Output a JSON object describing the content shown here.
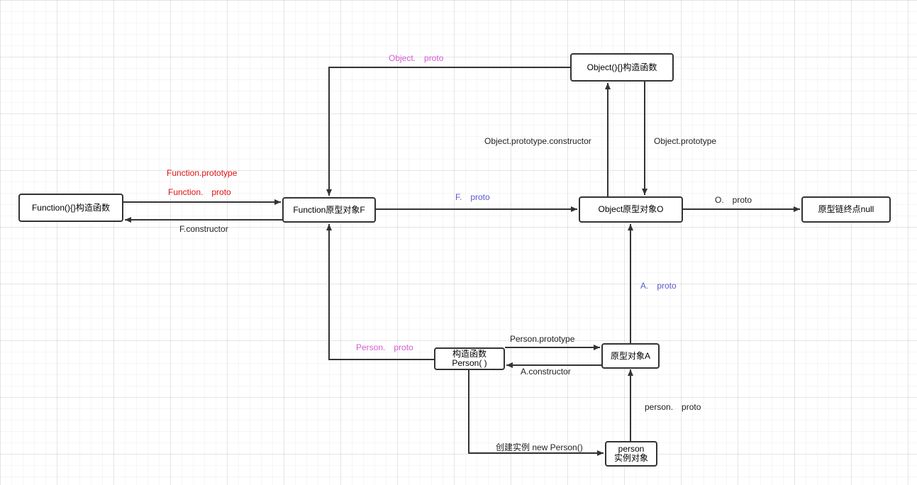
{
  "colors": {
    "line": "#333333",
    "red": "#e01010",
    "pink": "#d35cd3",
    "blue": "#5a5ad0",
    "text": "#222222"
  },
  "nodes": {
    "function_ctor": "Function(){}构造函数",
    "function_proto": "Function原型对象F",
    "object_ctor": "Object(){}构造函数",
    "object_proto": "Object原型对象O",
    "proto_null": "原型链终点null",
    "person_ctor_line1": "构造函数",
    "person_ctor_line2": "Person( )",
    "proto_a": "原型对象A",
    "person_inst_line1": "person",
    "person_inst_line2": "实例对象"
  },
  "labels": {
    "function_prototype": "Function.prototype",
    "function_proto": "Function.　proto",
    "f_constructor": "F.constructor",
    "f_proto": "F.　proto",
    "object_proto": "Object.　proto",
    "object_prototype_constructor": "Object.prototype.constructor",
    "object_prototype": "Object.prototype",
    "o_proto": "O.　proto",
    "a_proto": "A.　proto",
    "person_proto": "Person.　proto",
    "person_prototype": "Person.prototype",
    "a_constructor": "A.constructor",
    "person_inst_proto": "person.　proto",
    "create_instance": "创建实例 new Person()"
  }
}
